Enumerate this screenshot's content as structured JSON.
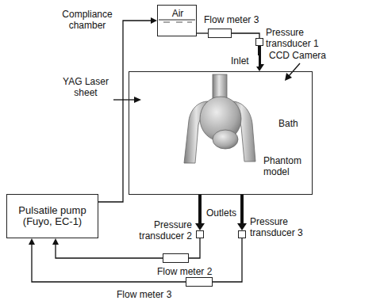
{
  "diagram": {
    "nodes": [
      {
        "text": [
          "Compliance chamber",
          "Air"
        ]
      },
      {
        "text": [
          "Flow meter 3"
        ]
      },
      {
        "text": [
          "Pressure transducer 1"
        ]
      },
      {
        "text": [
          "Bath"
        ]
      },
      {
        "text": [
          "Pulsatile pump (Fuyo, EC-1)"
        ]
      },
      {
        "text": [
          "Pressure transducer 2"
        ]
      },
      {
        "text": [
          "Pressure transducer 3"
        ]
      },
      {
        "text": [
          "Flow meter 2"
        ]
      },
      {
        "text": [
          "Flow meter 3"
        ]
      }
    ],
    "edges": [
      {
        "from": 4,
        "to": 0,
        "arrow": "to"
      },
      {
        "from": 0,
        "to": 1,
        "arrow": "none"
      },
      {
        "from": 1,
        "to": 2,
        "arrow": "none"
      },
      {
        "from": 2,
        "to": 3,
        "arrow": "to"
      },
      {
        "from": 3,
        "to": 5,
        "arrow": "to"
      },
      {
        "from": 3,
        "to": 6,
        "arrow": "to"
      },
      {
        "from": 5,
        "to": 7,
        "arrow": "none"
      },
      {
        "from": 7,
        "to": 4,
        "arrow": "to"
      },
      {
        "from": 6,
        "to": 8,
        "arrow": "none"
      },
      {
        "from": 8,
        "to": 4,
        "arrow": "to"
      }
    ],
    "labels": [
      "Inlet",
      "CCD Camera",
      "YAG Laser sheet",
      "Phantom model",
      "Outlets"
    ]
  }
}
